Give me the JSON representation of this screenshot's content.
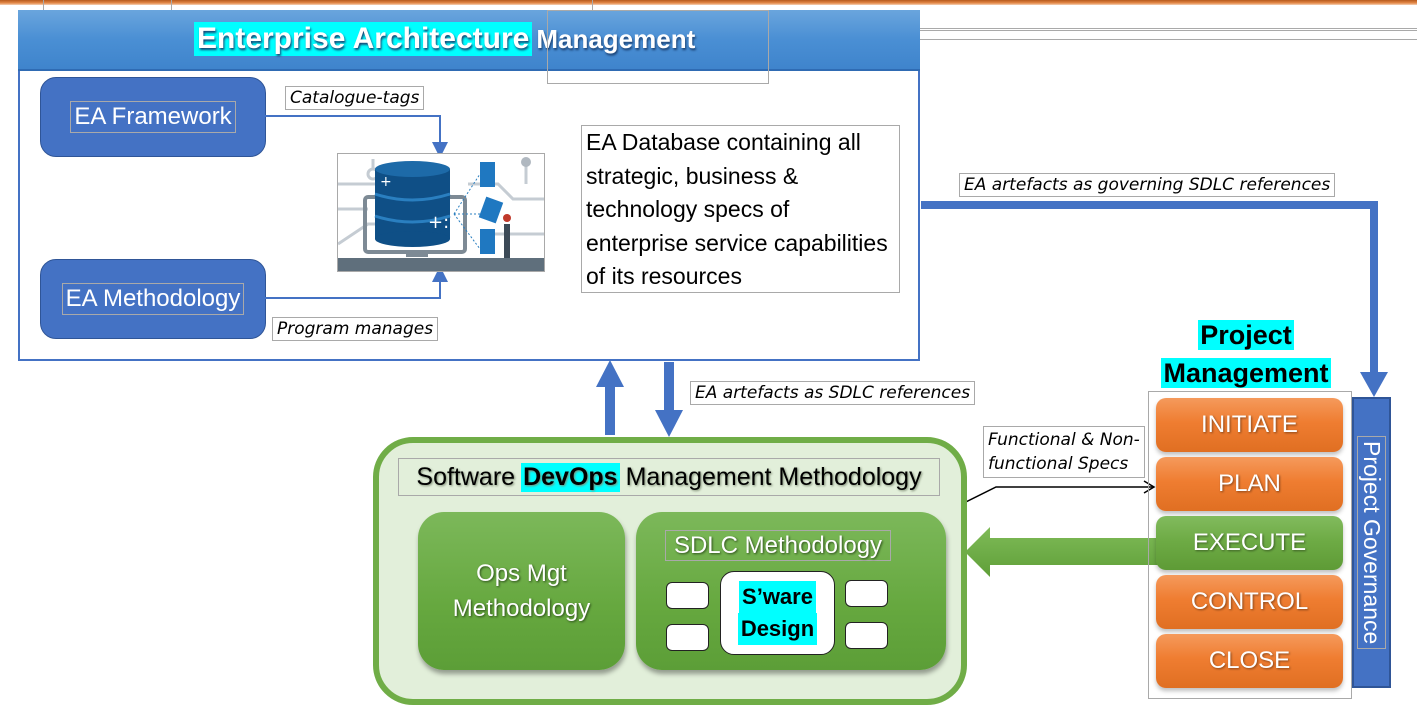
{
  "ea": {
    "title_highlight": "Enterprise Architecture",
    "title_rest": "Management",
    "framework_label": "EA Framework",
    "methodology_label": "EA Methodology",
    "catalogue_tags_label": "Catalogue-tags",
    "program_manages_label": "Program manages",
    "database_image": "database-illustration",
    "database_description": "EA Database containing all strategic, business & technology specs of enterprise service capabilities of its resources"
  },
  "connectors": {
    "governing_label": "EA artefacts as governing SDLC references",
    "sdlc_refs_label": "EA artefacts as SDLC references",
    "specs_label_line1": "Functional & Non-",
    "specs_label_line2": "functional Specs"
  },
  "devops": {
    "title_prefix": "Software",
    "title_highlight": "DevOps",
    "title_suffix": "Management Methodology",
    "ops_line1": "Ops Mgt",
    "ops_line2": "Methodology",
    "sdlc_label": "SDLC Methodology",
    "sware_line1": "S’ware",
    "sware_line2": "Design"
  },
  "project": {
    "title_line1": "Project",
    "title_line2": "Management",
    "phases": [
      {
        "label": "INITIATE",
        "color": "#ed7d31"
      },
      {
        "label": "PLAN",
        "color": "#ed7d31"
      },
      {
        "label": "EXECUTE",
        "color": "#70ad47"
      },
      {
        "label": "CONTROL",
        "color": "#ed7d31"
      },
      {
        "label": "CLOSE",
        "color": "#ed7d31"
      }
    ],
    "governance_label": "Project Governance"
  },
  "colors": {
    "ea_blue": "#4472c4",
    "highlight_cyan": "#00ffff",
    "devops_green": "#70ad47",
    "devops_fill": "#e2efda",
    "phase_orange": "#ed7d31"
  }
}
